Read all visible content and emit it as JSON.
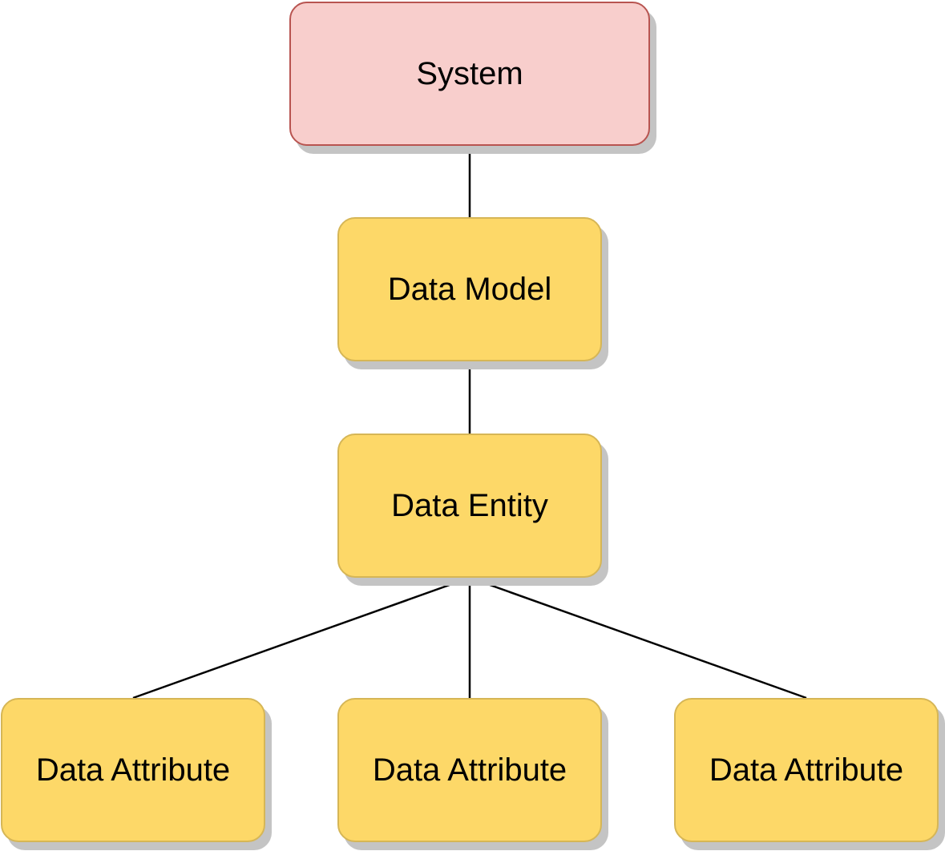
{
  "diagram": {
    "nodes": {
      "system": {
        "label": "System"
      },
      "data_model": {
        "label": "Data Model"
      },
      "data_entity": {
        "label": "Data Entity"
      },
      "data_attribute_1": {
        "label": "Data Attribute"
      },
      "data_attribute_2": {
        "label": "Data Attribute"
      },
      "data_attribute_3": {
        "label": "Data Attribute"
      }
    },
    "edges": [
      {
        "from": "system",
        "to": "data_model"
      },
      {
        "from": "data_model",
        "to": "data_entity"
      },
      {
        "from": "data_entity",
        "to": "data_attribute_1"
      },
      {
        "from": "data_entity",
        "to": "data_attribute_2"
      },
      {
        "from": "data_entity",
        "to": "data_attribute_3"
      }
    ],
    "colors": {
      "root_fill": "#f8cecc",
      "root_stroke": "#b85450",
      "node_fill": "#fdd868",
      "node_stroke": "#d6b656",
      "edge": "#000000"
    }
  }
}
